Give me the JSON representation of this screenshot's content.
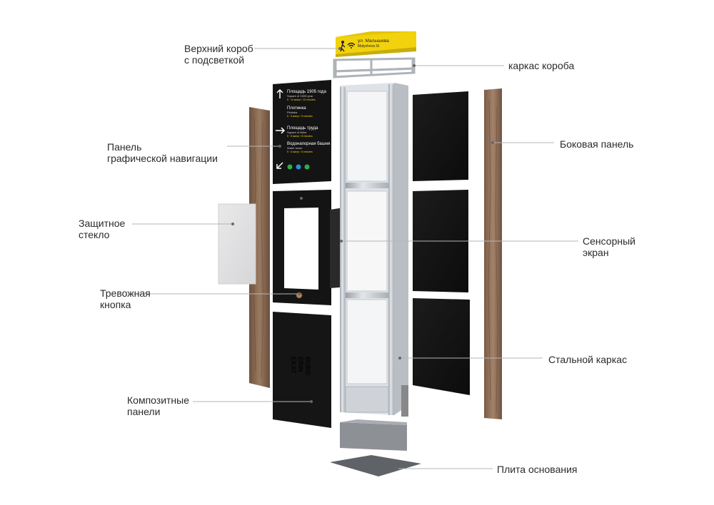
{
  "labels": {
    "top_box": "Верхний короб\nс подсветкой",
    "box_frame": "каркас короба",
    "nav_panel": "Панель\nграфической навигации",
    "side_panel": "Боковая панель",
    "glass": "Защитное\nстекло",
    "touchscreen": "Сенсорный\nэкран",
    "alarm": "Тревожная\nкнопка",
    "steel_frame": "Стальной каркас",
    "composite": "Композитные\nпанели",
    "base_plate": "Плита основания"
  },
  "top_sign": {
    "line1": "ул. Малышева",
    "line2": "Malysheva St"
  },
  "nav": {
    "items": [
      {
        "title": "Площадь 1905 года",
        "sub": "Square of 1905 year",
        "time": "5 · 10 минут / 10 minutes"
      },
      {
        "title": "Плотинка",
        "sub": "Plotinka",
        "time": "5 · 5 минут / 5 minutes"
      },
      {
        "title": "Площадь труда",
        "sub": "Square of labor",
        "time": "5 · 8 минут / 8 minutes"
      },
      {
        "title": "Водонапорная башня",
        "sub": "Water tower",
        "time": "5 · 6 минут / 6 minutes"
      }
    ]
  },
  "composite_logo": [
    "EKAT",
    "ERIN",
    "BURG"
  ],
  "colors": {
    "sign_yellow": "#f2d20c",
    "wood": "#8a6a52",
    "panel_black": "#151515",
    "steel": "#c8ccd1",
    "leader": "#9a9a9a"
  }
}
